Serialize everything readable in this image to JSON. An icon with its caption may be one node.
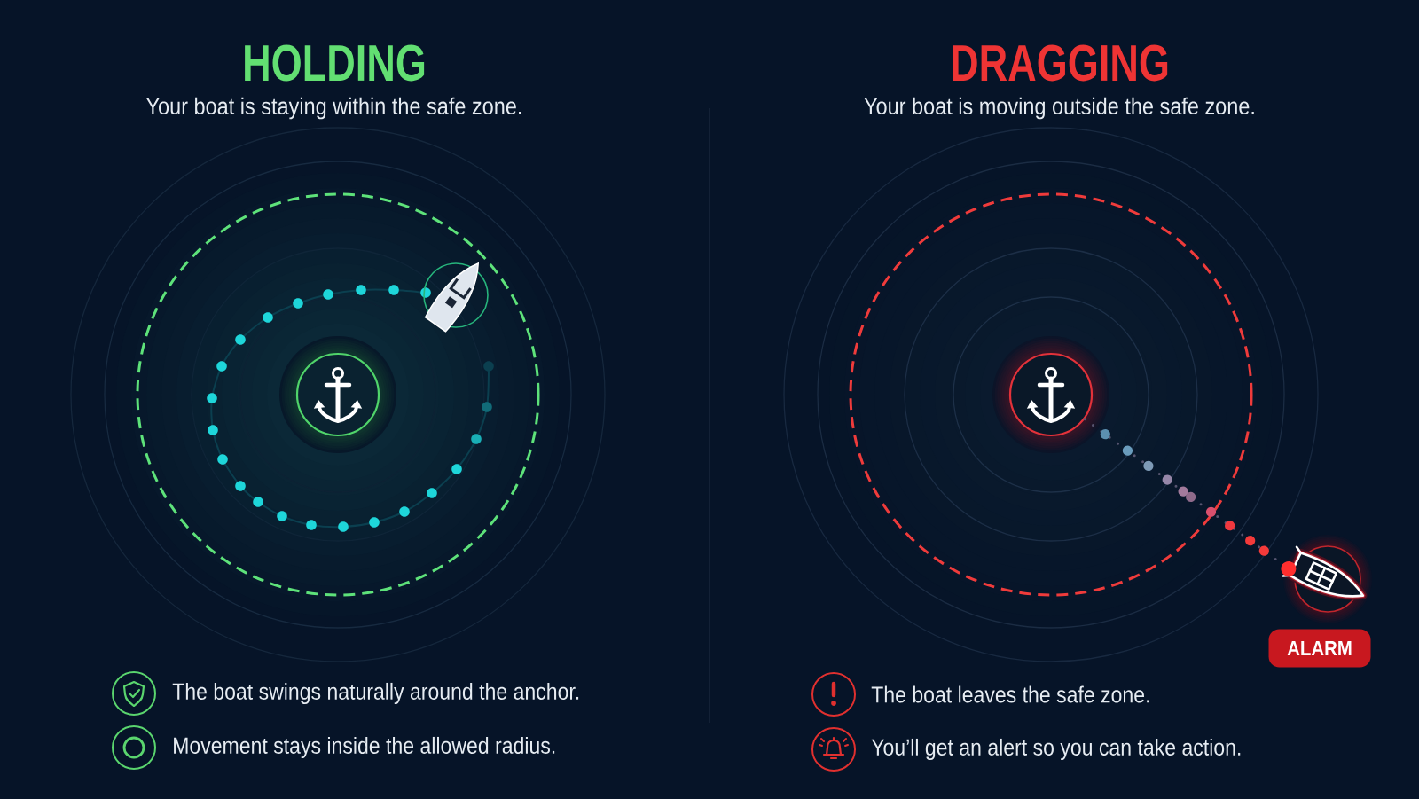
{
  "diagram": {
    "nodes": [
      {
        "text": [],
        "shape": "picture"
      },
      {
        "text": [],
        "shape": "circle"
      },
      {
        "text": [],
        "shape": "circle"
      },
      {
        "text": [],
        "shape": "picture"
      },
      {
        "text": [
          "ALARM"
        ]
      }
    ],
    "edges": [
      {
        "from": 2,
        "to": 3,
        "arrow": "other",
        "style": "dashed"
      }
    ],
    "labels": [
      "HOLDING",
      "Your boat is staying within the safe zone.",
      "DRAGGING",
      "Your boat is moving outside the safe zone.",
      "The boat swings naturally around the anchor.",
      "Movement stays inside the allowed radius.",
      "The boat leaves the safe zone.",
      "You’ll get an alert so you can take action."
    ]
  }
}
